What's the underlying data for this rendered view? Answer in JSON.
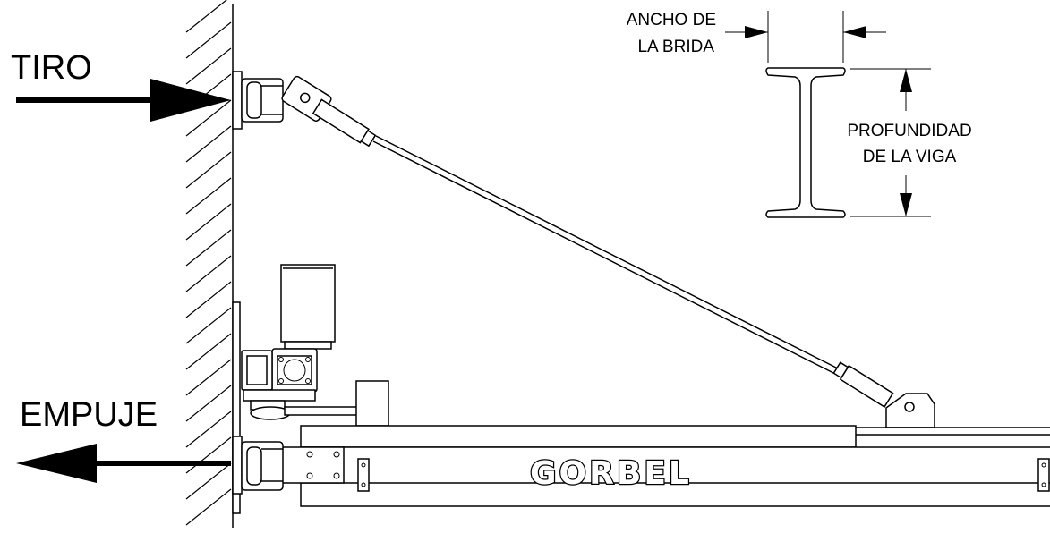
{
  "labels": {
    "pull": "TIRO",
    "push": "EMPUJE",
    "flange_width_line1": "ANCHO DE",
    "flange_width_line2": "LA BRIDA",
    "beam_depth_line1": "PROFUNDIDAD",
    "beam_depth_line2": "DE LA VIGA",
    "brand": "GORBEL"
  }
}
